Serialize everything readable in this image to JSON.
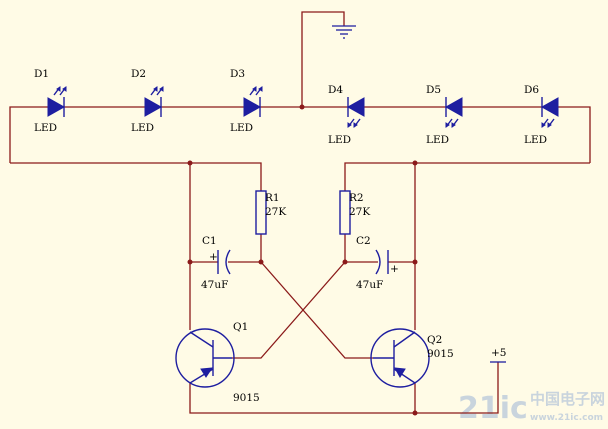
{
  "leds": [
    {
      "ref": "D1",
      "value": "LED"
    },
    {
      "ref": "D2",
      "value": "LED"
    },
    {
      "ref": "D3",
      "value": "LED"
    },
    {
      "ref": "D4",
      "value": "LED"
    },
    {
      "ref": "D5",
      "value": "LED"
    },
    {
      "ref": "D6",
      "value": "LED"
    }
  ],
  "resistors": [
    {
      "ref": "R1",
      "value": "27K"
    },
    {
      "ref": "R2",
      "value": "27K"
    }
  ],
  "capacitors": [
    {
      "ref": "C1",
      "value": "47uF",
      "polarity": "+"
    },
    {
      "ref": "C2",
      "value": "47uF",
      "polarity": "+"
    }
  ],
  "transistors": [
    {
      "ref": "Q1",
      "value": "9015"
    },
    {
      "ref": "Q2",
      "value": "9015"
    }
  ],
  "supply": {
    "label": "+5"
  },
  "watermark": {
    "main": "21ic",
    "cn": "中国电子网",
    "url": "www.21ic.com"
  },
  "colors": {
    "wire": "#8b1a1a",
    "component": "#1e1ea0",
    "background": "#fffbe6"
  }
}
